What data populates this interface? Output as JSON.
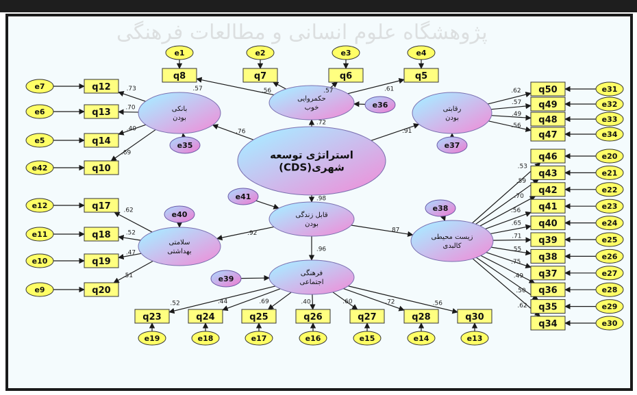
{
  "watermark": "پژوهشگاه علوم انسانی و مطالعات فرهنگی",
  "colors": {
    "item_fill": "#ffff80",
    "error_fill": "#ffff66",
    "latent_fill_a": "#aee4ff",
    "latent_fill_b": "#f28ad6",
    "arrow": "#1a1a1a"
  },
  "latents": [
    {
      "id": "L0",
      "name": "cds-latent",
      "label": "استراتژی توسعه\nشهری(CDS)"
    },
    {
      "id": "L1",
      "name": "banking-latent",
      "label": "بانکی\nبودن"
    },
    {
      "id": "L2",
      "name": "governance-latent",
      "label": "حکمروایی\nخوب"
    },
    {
      "id": "L3",
      "name": "competitive-latent",
      "label": "رقابتی\nبودن"
    },
    {
      "id": "L4",
      "name": "livability-latent",
      "label": "قابل زندگی\nبودن"
    },
    {
      "id": "L5",
      "name": "health-latent",
      "label": "سلامتی\nبهداشتی"
    },
    {
      "id": "L6",
      "name": "environment-latent",
      "label": "زیست محیطی\nکالبدی"
    },
    {
      "id": "L7",
      "name": "cultural-latent",
      "label": "فرهنگی\nاجتماعی"
    }
  ],
  "structural_paths": [
    {
      "from": "L0",
      "to": "L1",
      "coef": ".76"
    },
    {
      "from": "L0",
      "to": "L2",
      "coef": ".72"
    },
    {
      "from": "L0",
      "to": "L3",
      "coef": ".91"
    },
    {
      "from": "L0",
      "to": "L4",
      "coef": ".98"
    },
    {
      "from": "L4",
      "to": "L5",
      "coef": ".92"
    },
    {
      "from": "L4",
      "to": "L6",
      "coef": ".87"
    },
    {
      "from": "L4",
      "to": "L7",
      "coef": ".96"
    }
  ],
  "disturbances": [
    {
      "label": "e35",
      "target": "L1"
    },
    {
      "label": "e36",
      "target": "L2"
    },
    {
      "label": "e37",
      "target": "L3"
    },
    {
      "label": "e41",
      "target": "L4"
    },
    {
      "label": "e40",
      "target": "L5"
    },
    {
      "label": "e38",
      "target": "L6"
    },
    {
      "label": "e39",
      "target": "L7"
    }
  ],
  "indicators": [
    {
      "item": "q8",
      "error": "e1",
      "latent": "L2",
      "coef": ".57"
    },
    {
      "item": "q7",
      "error": "e2",
      "latent": "L2",
      "coef": ".56"
    },
    {
      "item": "q6",
      "error": "e3",
      "latent": "L2",
      "coef": ".57"
    },
    {
      "item": "q5",
      "error": "e4",
      "latent": "L2",
      "coef": ".61"
    },
    {
      "item": "q12",
      "error": "e7",
      "latent": "L1",
      "coef": ".73"
    },
    {
      "item": "q13",
      "error": "e6",
      "latent": "L1",
      "coef": ".70"
    },
    {
      "item": "q14",
      "error": "e5",
      "latent": "L1",
      "coef": ".40"
    },
    {
      "item": "q10",
      "error": "e42",
      "latent": "L1",
      "coef": ".69"
    },
    {
      "item": "q50",
      "error": "e31",
      "latent": "L3",
      "coef": ".62"
    },
    {
      "item": "q49",
      "error": "e32",
      "latent": "L3",
      "coef": ".57"
    },
    {
      "item": "q48",
      "error": "e33",
      "latent": "L3",
      "coef": ".49"
    },
    {
      "item": "q47",
      "error": "e34",
      "latent": "L3",
      "coef": ".56"
    },
    {
      "item": "q17",
      "error": "e12",
      "latent": "L5",
      "coef": ".62"
    },
    {
      "item": "q18",
      "error": "e11",
      "latent": "L5",
      "coef": ".52"
    },
    {
      "item": "q19",
      "error": "e10",
      "latent": "L5",
      "coef": ".47"
    },
    {
      "item": "q20",
      "error": "e9",
      "latent": "L5",
      "coef": ".51"
    },
    {
      "item": "q46",
      "error": "e20",
      "latent": "L6",
      "coef": ".53"
    },
    {
      "item": "q43",
      "error": "e21",
      "latent": "L6",
      "coef": ".59"
    },
    {
      "item": "q42",
      "error": "e22",
      "latent": "L6",
      "coef": ".70"
    },
    {
      "item": "q41",
      "error": "e23",
      "latent": "L6",
      "coef": ".56"
    },
    {
      "item": "q40",
      "error": "e24",
      "latent": "L6",
      "coef": ".65"
    },
    {
      "item": "q39",
      "error": "e25",
      "latent": "L6",
      "coef": ".71"
    },
    {
      "item": "q38",
      "error": "e26",
      "latent": "L6",
      "coef": ".55"
    },
    {
      "item": "q37",
      "error": "e27",
      "latent": "L6",
      "coef": ".75"
    },
    {
      "item": "q36",
      "error": "e28",
      "latent": "L6",
      "coef": ".49"
    },
    {
      "item": "q35",
      "error": "e29",
      "latent": "L6",
      "coef": ".50"
    },
    {
      "item": "q34",
      "error": "e30",
      "latent": "L6",
      "coef": ".62"
    },
    {
      "item": "q23",
      "error": "e19",
      "latent": "L7",
      "coef": ".52"
    },
    {
      "item": "q24",
      "error": "e18",
      "latent": "L7",
      "coef": ".44"
    },
    {
      "item": "q25",
      "error": "e17",
      "latent": "L7",
      "coef": ".69"
    },
    {
      "item": "q26",
      "error": "e16",
      "latent": "L7",
      "coef": ".40"
    },
    {
      "item": "q27",
      "error": "e15",
      "latent": "L7",
      "coef": ".60"
    },
    {
      "item": "q28",
      "error": "e14",
      "latent": "L7",
      "coef": ".72"
    },
    {
      "item": "q30",
      "error": "e13",
      "latent": "L7",
      "coef": ".56"
    }
  ]
}
